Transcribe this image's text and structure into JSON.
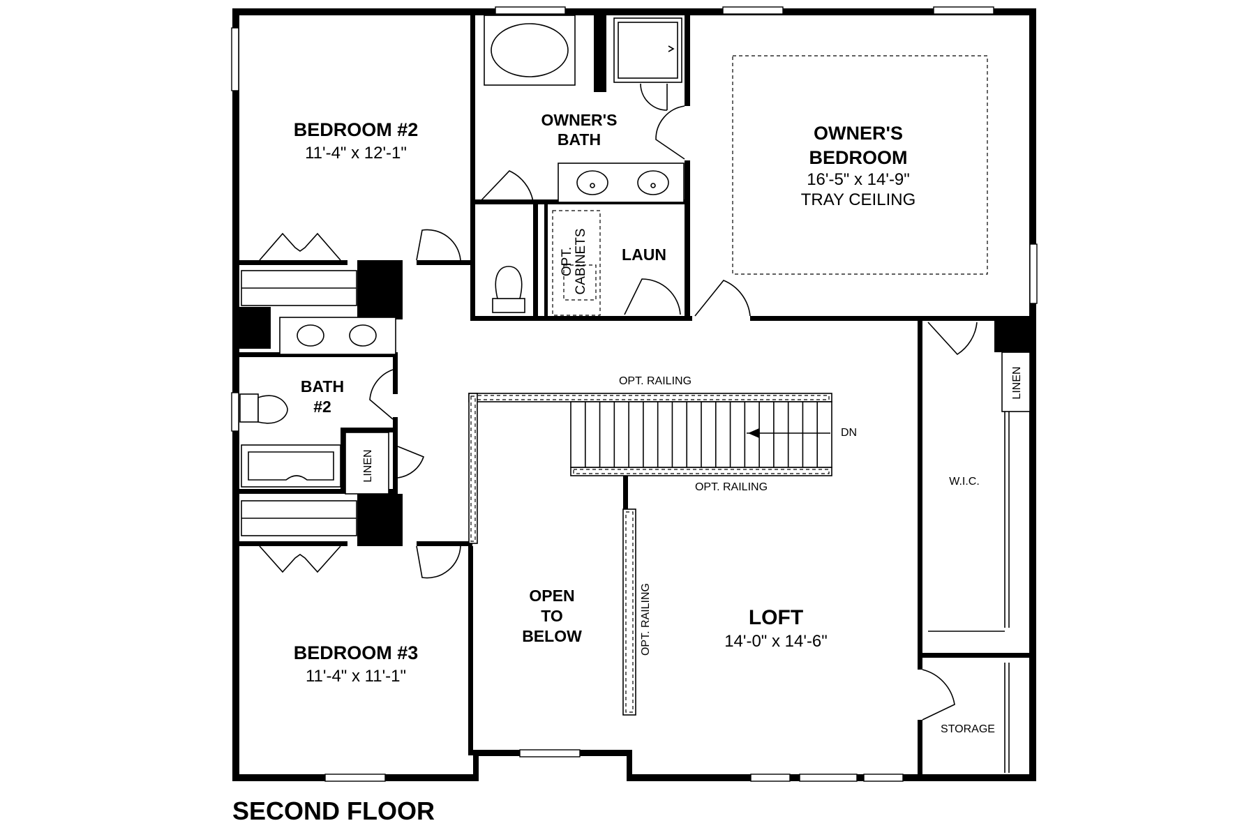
{
  "plan": {
    "title": "SECOND FLOOR",
    "rooms": {
      "bedroom2": {
        "name": "BEDROOM #2",
        "dims": "11'-4\" x 12'-1\""
      },
      "owners_bath": {
        "line1": "OWNER'S",
        "line2": "BATH"
      },
      "owners_bedroom": {
        "line1": "OWNER'S",
        "line2": "BEDROOM",
        "dims": "16'-5\" x 14'-9\"",
        "note": "TRAY CEILING"
      },
      "laun": {
        "name": "LAUN"
      },
      "opt_cabinets": {
        "line1": "OPT.",
        "line2": "CABINETS"
      },
      "bath2": {
        "line1": "BATH",
        "line2": "#2"
      },
      "linen_hall": {
        "name": "LINEN"
      },
      "linen_wic": {
        "name": "LINEN"
      },
      "wic": {
        "name": "W.I.C."
      },
      "open_to_below": {
        "line1": "OPEN",
        "line2": "TO",
        "line3": "BELOW"
      },
      "loft": {
        "name": "LOFT",
        "dims": "14'-0\" x 14'-6\""
      },
      "bedroom3": {
        "name": "BEDROOM #3",
        "dims": "11'-4\" x 11'-1\""
      },
      "storage": {
        "name": "STORAGE"
      }
    },
    "railings": {
      "top": "OPT. RAILING",
      "bottom": "OPT. RAILING",
      "side": "OPT. RAILING"
    },
    "stair_direction": "DN"
  }
}
